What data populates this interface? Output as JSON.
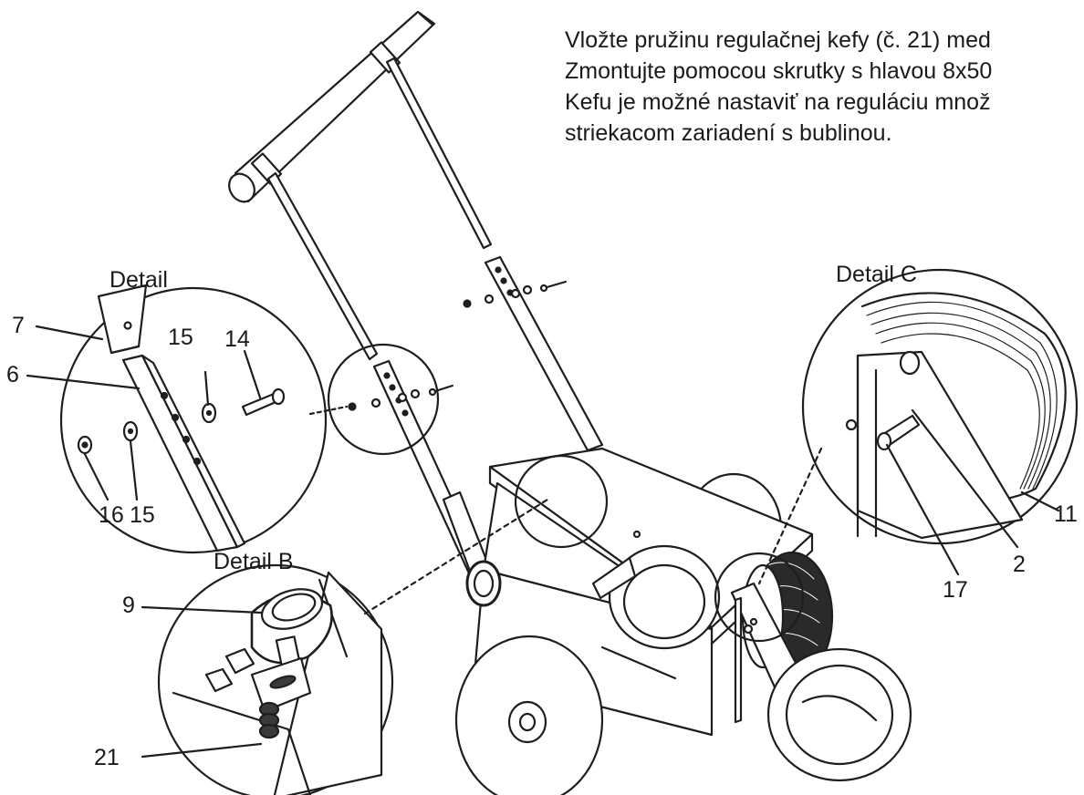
{
  "instructions": [
    "Vložte pružinu regulačnej kefy (č. 21) med",
    "Zmontujte pomocou skrutky s hlavou 8x50",
    "Kefu je možné nastaviť na reguláciu množ",
    "striekacom zariadení s bublinou."
  ],
  "details": {
    "a": {
      "title": "Detail",
      "labels": {
        "p7": "7",
        "p15a": "15",
        "p14": "14",
        "p6": "6",
        "p16": "16",
        "p15b": "15"
      }
    },
    "b": {
      "title": "Detail B",
      "labels": {
        "p9": "9",
        "p21": "21"
      }
    },
    "c": {
      "title": "Detail C",
      "labels": {
        "p11": "11",
        "p2": "2",
        "p17": "17"
      }
    }
  },
  "colors": {
    "line": "#1e1e1e",
    "fill": "#ffffff",
    "shade": "#3a3a3a",
    "dim": "#8a8a8a"
  }
}
